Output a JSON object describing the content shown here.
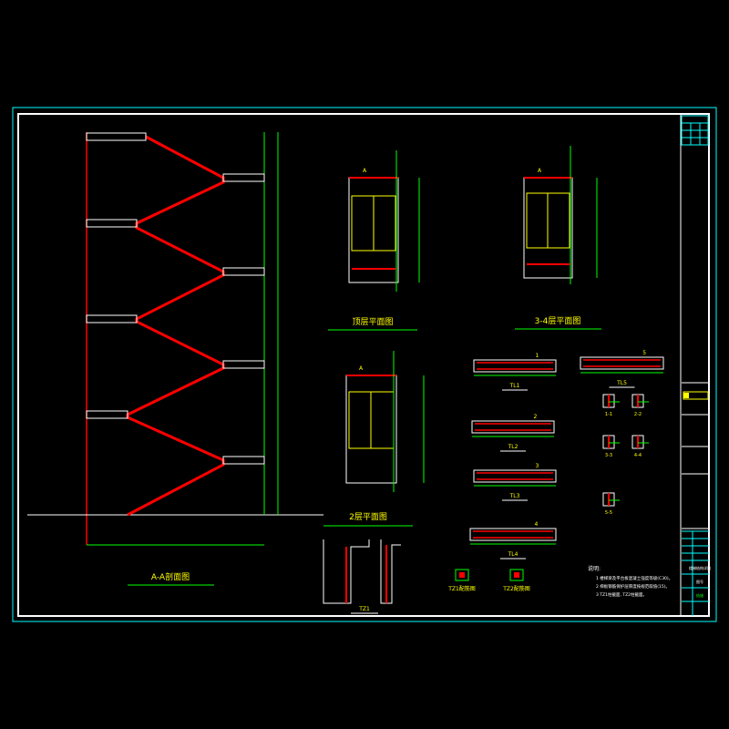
{
  "drawing": {
    "section_title": "A-A剖面图",
    "plans": [
      {
        "title": "顶层平面图",
        "marker": "A"
      },
      {
        "title": "3-4层平面图",
        "marker": "A"
      },
      {
        "title": "2层平面图",
        "marker": "A"
      }
    ],
    "beams": [
      "TL1",
      "TL2",
      "TL3",
      "TL4",
      "TL5"
    ],
    "beam_section_marks": [
      "1",
      "2",
      "3",
      "4",
      "5"
    ],
    "sections": [
      "1-1",
      "2-2",
      "3-3",
      "4-4",
      "5-5"
    ],
    "column": "TZ1",
    "column_details": [
      "TZ1配筋图",
      "TZ2配筋图"
    ],
    "notes": {
      "heading": "说明:",
      "items": [
        "1 楼梯梁及平台板混凝土强度等级(C30)。",
        "2 梯板钢筋保护层厚度按规范取值(15)。",
        "3 TZ1柱截面, TZ2柱截面。"
      ]
    },
    "title_block": {
      "sheet_no": "结施",
      "project": "楼梯结构详图",
      "status": "图号"
    }
  },
  "colors": {
    "cyan": "#00ffff",
    "red": "#ff0000",
    "green": "#00ff00",
    "yellow": "#ffff00",
    "white": "#ffffff"
  }
}
